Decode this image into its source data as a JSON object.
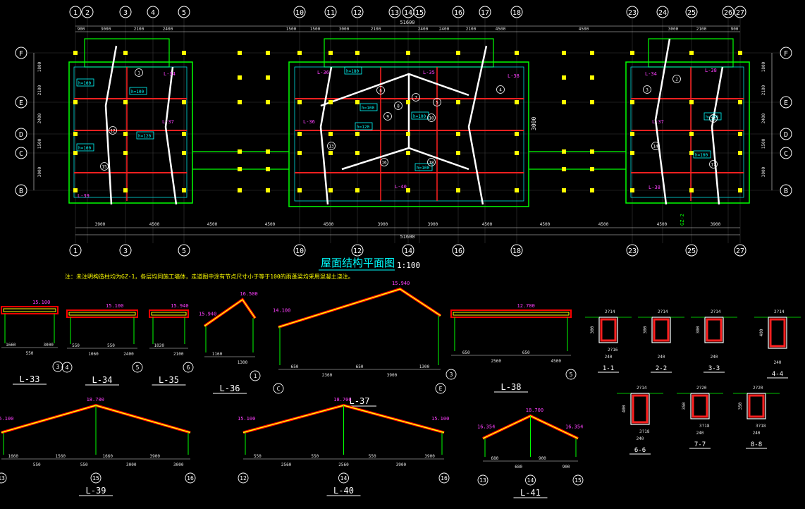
{
  "plan": {
    "title": "屋面结构平面图",
    "scale": "1:100",
    "note": "注：未注明构造柱均为GZ-1，各层均同施工墙体，走道图中涂有节点尺寸小于等于100的雨蓬梁均采用混凝土浇注。",
    "axes_top": [
      "1",
      "2",
      "3",
      "4",
      "5",
      "10",
      "11",
      "12",
      "13",
      "14",
      "15",
      "16",
      "17",
      "18",
      "23",
      "24",
      "25",
      "26",
      "27"
    ],
    "axes_bottom": [
      "1",
      "3",
      "5",
      "10",
      "12",
      "14",
      "16",
      "18",
      "23",
      "25",
      "27"
    ],
    "axes_rows": [
      "F",
      "E",
      "D",
      "C",
      "B"
    ],
    "top_dims": [
      "900",
      "3000",
      "2100",
      "2400",
      "1500",
      "1500",
      "3000",
      "2100",
      "2400",
      "2400",
      "2100",
      "4500",
      "4500",
      "3000",
      "2100",
      "900"
    ],
    "top_total": "51600",
    "bottom_dims": [
      "3900",
      "4500",
      "4500",
      "4500",
      "4500",
      "3900",
      "3900",
      "4500",
      "4500",
      "4500",
      "4500",
      "3900"
    ],
    "bottom_total": "51600",
    "left_dims": [
      "1800",
      "2100",
      "2400",
      "1500",
      "3000"
    ],
    "right_dims": [
      "1800",
      "2100",
      "2400",
      "1500",
      "3000"
    ],
    "center_dim": "3000",
    "beam_labels": [
      "L-34",
      "L-39",
      "L-37",
      "L-36",
      "L-38",
      "L-40",
      "L-34",
      "L-38",
      "L-35",
      "L-36",
      "L-37",
      "L-38"
    ],
    "callouts": [
      "h=100",
      "h=100",
      "h=120",
      "h=180",
      "h=100",
      "h=100",
      "h=120",
      "h=100",
      "h=100",
      "h=100",
      "h=100"
    ],
    "slab_numbers": [
      "1",
      "2",
      "3",
      "4",
      "5",
      "6",
      "7",
      "8",
      "9",
      "10",
      "11",
      "12",
      "13",
      "14",
      "15",
      "16",
      "17",
      "18"
    ],
    "gz_label": "GZ-2"
  },
  "details": [
    {
      "name": "L-33",
      "elev": "15.100",
      "dims": [
        "1660",
        "550",
        "3000"
      ],
      "axes": [
        "3"
      ]
    },
    {
      "name": "L-34",
      "elev": "15.100",
      "dims": [
        "550",
        "1060",
        "550",
        "2400"
      ],
      "axes": [
        "4",
        "5"
      ]
    },
    {
      "name": "L-35",
      "elev": "15.940",
      "dims": [
        "1020",
        "2100"
      ],
      "axes": [
        "6"
      ]
    },
    {
      "name": "L-36",
      "elev_left": "16.500",
      "elev_right": "15.940",
      "dims": [
        "1160",
        "1300"
      ],
      "axes": [
        "1"
      ]
    },
    {
      "name": "L-37",
      "elev_top": "15.940",
      "elev_left": "14.100",
      "dims": [
        "650",
        "2360",
        "650",
        "3900",
        "1300"
      ],
      "axes": [
        "C",
        "E"
      ]
    },
    {
      "name": "L-38",
      "elev": "12.700",
      "dims": [
        "650",
        "2560",
        "650",
        "4500"
      ],
      "axes": [
        "3",
        "5"
      ]
    },
    {
      "name": "L-39",
      "elev_top": "18.700",
      "elev_right": "15.100",
      "dims": [
        "1660",
        "550",
        "1560",
        "550",
        "1660",
        "3000",
        "3900",
        "3000"
      ],
      "axes": [
        "13",
        "15",
        "16"
      ]
    },
    {
      "name": "L-40",
      "elev_top": "18.700",
      "elev_left": "15.100",
      "elev_right": "15.100",
      "dims": [
        "550",
        "2560",
        "550",
        "2560",
        "550",
        "3900",
        "3900"
      ],
      "axes": [
        "12",
        "14",
        "16"
      ]
    },
    {
      "name": "L-41",
      "elev_top": "18.700",
      "elev_left": "16.354",
      "elev_right": "16.354",
      "dims": [
        "680",
        "680",
        "900",
        "900"
      ],
      "axes": [
        "13",
        "14",
        "15"
      ]
    }
  ],
  "sections": [
    {
      "name": "1-1",
      "h": "300",
      "w": "240",
      "top": "2?14",
      "bot": "2?16"
    },
    {
      "name": "2-2",
      "h": "300",
      "w": "240",
      "top": "2?14",
      "bot": ""
    },
    {
      "name": "3-3",
      "h": "300",
      "w": "240",
      "top": "2?14",
      "bot": ""
    },
    {
      "name": "4-4",
      "h": "400",
      "w": "240",
      "top": "2?14",
      "bot": ""
    },
    {
      "name": "6-6",
      "h": "400",
      "w": "240",
      "top": "2?14",
      "bot": "3?18"
    },
    {
      "name": "7-7",
      "h": "350",
      "w": "240",
      "top": "2?20",
      "bot": "3?18"
    },
    {
      "name": "8-8",
      "h": "350",
      "w": "240",
      "top": "2?20",
      "bot": "3?18"
    }
  ],
  "colors": {
    "background": "#000000",
    "axis_line": "#ffffff",
    "dimension": "#e0e0e0",
    "wall": "#00ff00",
    "column": "#ffff00",
    "beam": "#ff0000",
    "slab_outline": "#00e0e0",
    "callout": "#00ffff",
    "label": "#ff40ff",
    "title": "#00ffff",
    "note": "#ffff00",
    "section_fill": "#ff2020"
  }
}
